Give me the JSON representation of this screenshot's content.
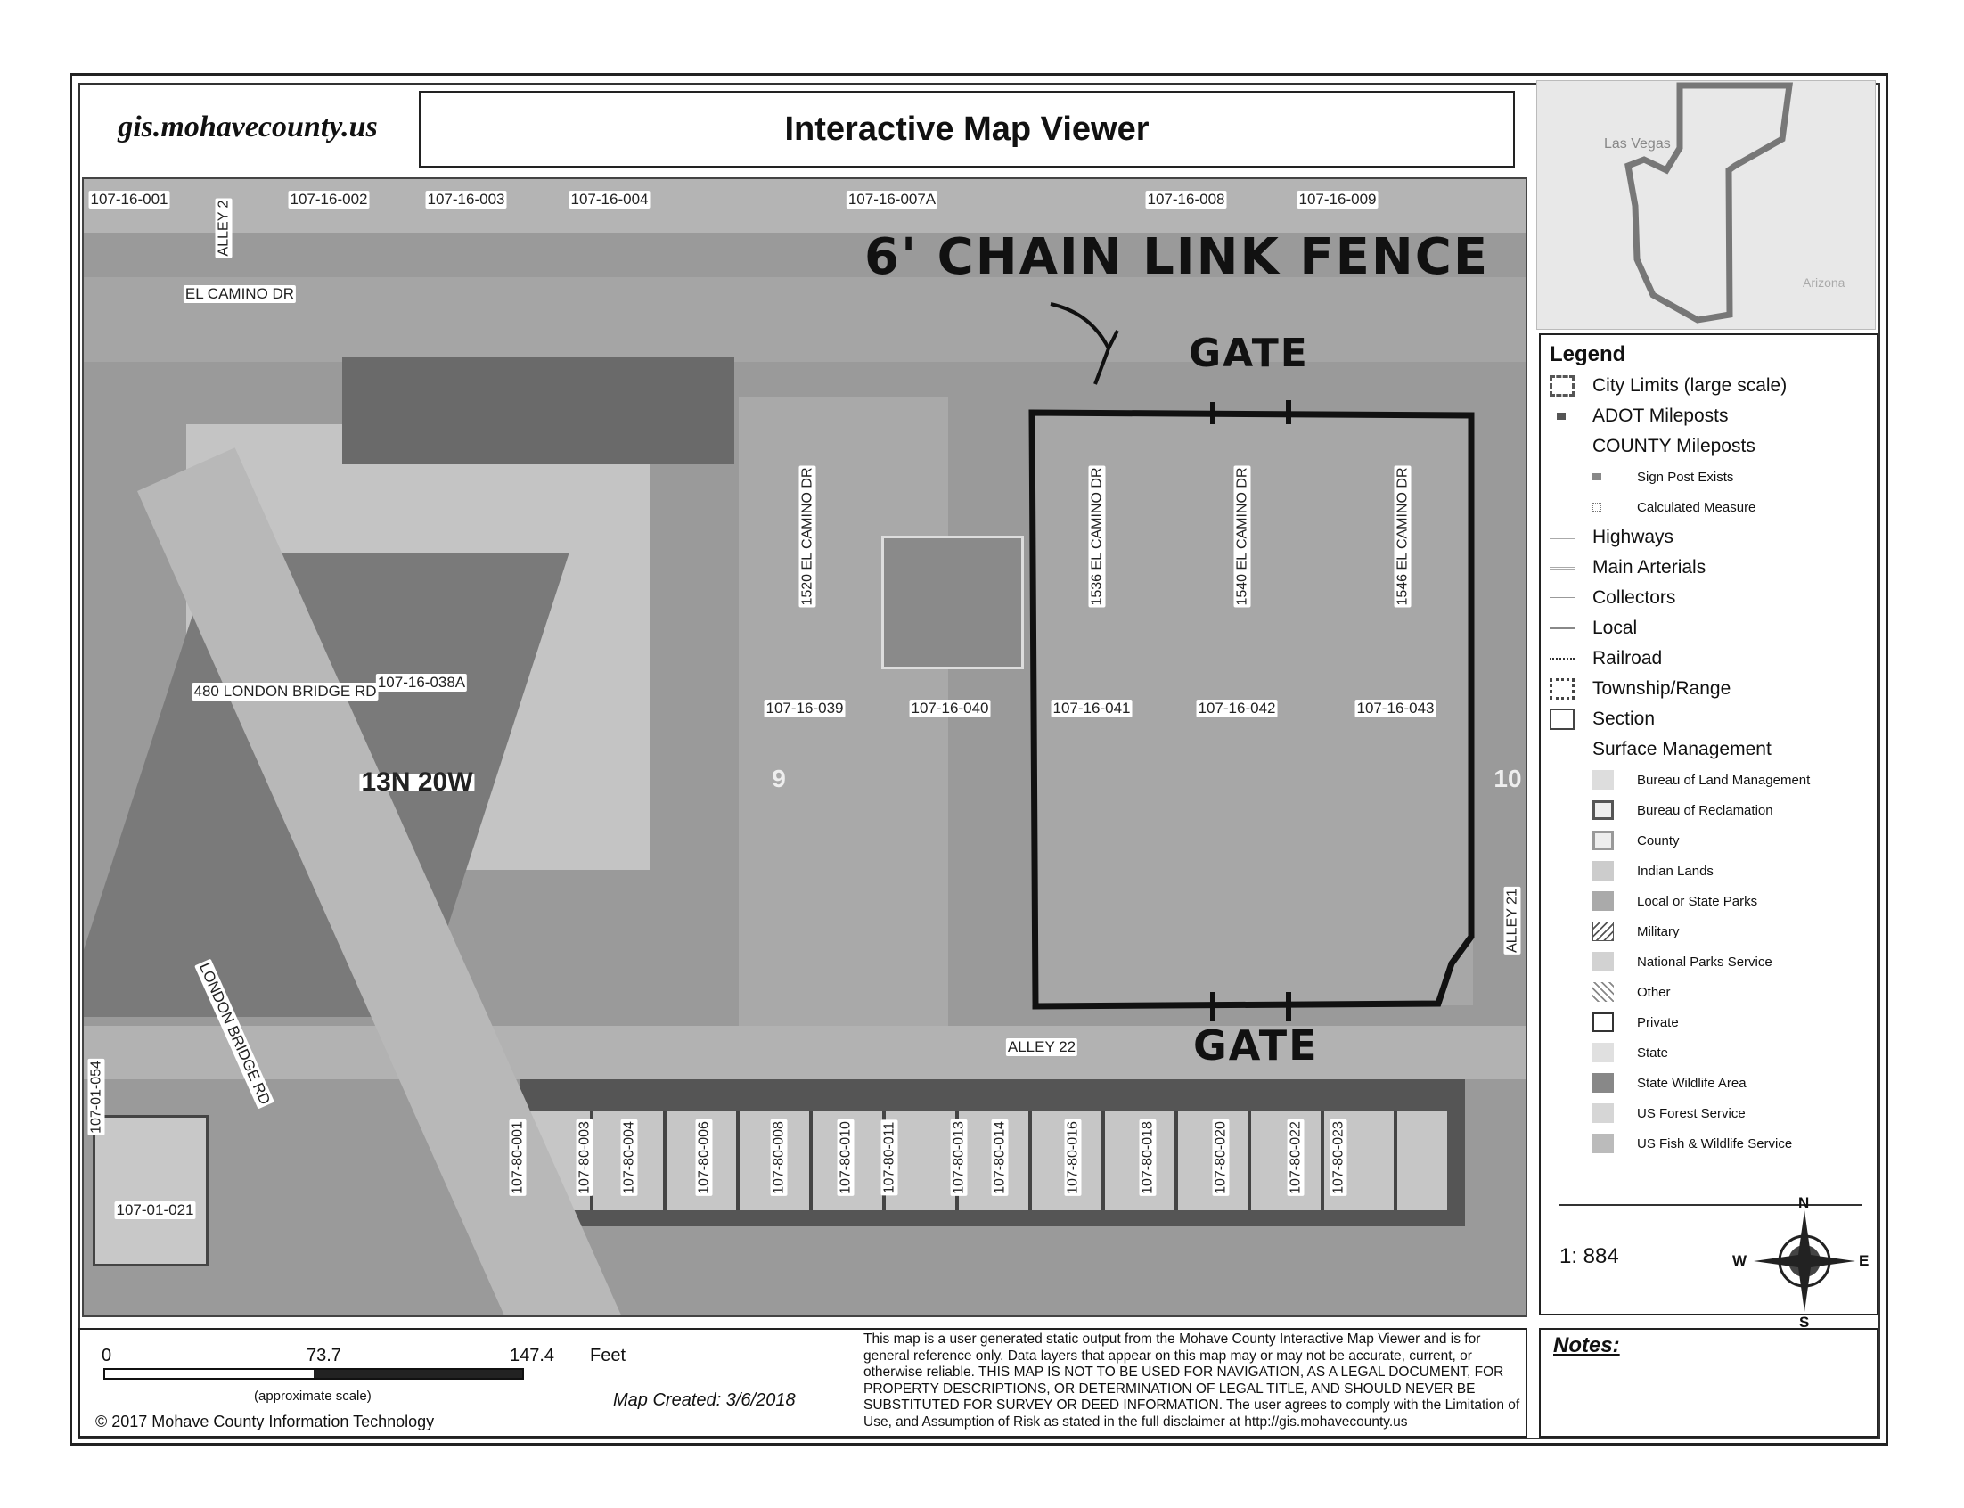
{
  "header": {
    "site": "gis.mohavecounty.us",
    "title": "Interactive Map Viewer"
  },
  "map": {
    "top_parcels": [
      "107-16-001",
      "107-16-002",
      "107-16-003",
      "107-16-004",
      "107-16-007A",
      "107-16-008",
      "107-16-009"
    ],
    "streets": {
      "alley2": "ALLEY 2",
      "el_camino": "EL CAMINO DR",
      "alley21": "ALLEY 21",
      "alley22": "ALLEY 22",
      "london_bridge": "LONDON BRIDGE RD"
    },
    "addresses": [
      "1520 EL CAMINO DR",
      "1536 EL CAMINO DR",
      "1540 EL CAMINO DR",
      "1546 EL CAMINO DR",
      "480 LONDON BRIDGE RD"
    ],
    "mid_parcels": [
      "107-16-039",
      "107-16-040",
      "107-16-041",
      "107-16-042",
      "107-16-043",
      "107-16-038A"
    ],
    "township": "13N 20W",
    "sections": [
      "9",
      "10"
    ],
    "west_parcels": [
      "107-01-054",
      "107-01-021"
    ],
    "bottom_parcels": [
      "107-80-001",
      "107-80-003",
      "107-80-004",
      "107-80-006",
      "107-80-008",
      "107-80-010",
      "107-80-011",
      "107-80-013",
      "107-80-014",
      "107-80-016",
      "107-80-018",
      "107-80-020",
      "107-80-022",
      "107-80-023"
    ],
    "annotations": {
      "fence": "6' CHAIN LINK FENCE",
      "gate_top": "GATE",
      "gate_bottom": "GATE"
    }
  },
  "inset": {
    "labels": [
      "Las Vegas",
      "Arizona"
    ]
  },
  "legend": {
    "title": "Legend",
    "items": [
      "City Limits (large scale)",
      "ADOT Mileposts",
      "COUNTY Mileposts",
      "Sign Post Exists",
      "Calculated Measure",
      "Highways",
      "Main Arterials",
      "Collectors",
      "Local",
      "Railroad",
      "Township/Range",
      "Section",
      "Surface Management"
    ],
    "surface": [
      "Bureau of Land Management",
      "Bureau of Reclamation",
      "County",
      "Indian Lands",
      "Local or State Parks",
      "Military",
      "National Parks Service",
      "Other",
      "Private",
      "State",
      "State Wildlife Area",
      "US Forest Service",
      "US Fish & Wildlife Service"
    ],
    "scale_ratio": "1: 884",
    "compass": {
      "n": "N",
      "s": "S",
      "e": "E",
      "w": "W"
    }
  },
  "footer": {
    "scale": {
      "zero": "0",
      "mid": "73.7",
      "max": "147.4",
      "unit": "Feet",
      "note": "(approximate scale)"
    },
    "copyright": "© 2017 Mohave County Information Technology",
    "created": "Map Created: 3/6/2018",
    "disclaimer": "This map is a user generated static output from the Mohave County Interactive Map Viewer and is for general reference only. Data layers that appear on this map may or may not be accurate, current, or otherwise reliable. THIS MAP IS NOT TO BE USED FOR NAVIGATION, AS A LEGAL DOCUMENT, FOR PROPERTY DESCRIPTIONS, OR DETERMINATION OF LEGAL TITLE, AND SHOULD NEVER BE SUBSTITUTED FOR SURVEY OR DEED INFORMATION. The user agrees to comply with the Limitation of Use, and Assumption of Risk as stated in the full disclaimer at http://gis.mohavecounty.us",
    "notes_label": "Notes:"
  }
}
